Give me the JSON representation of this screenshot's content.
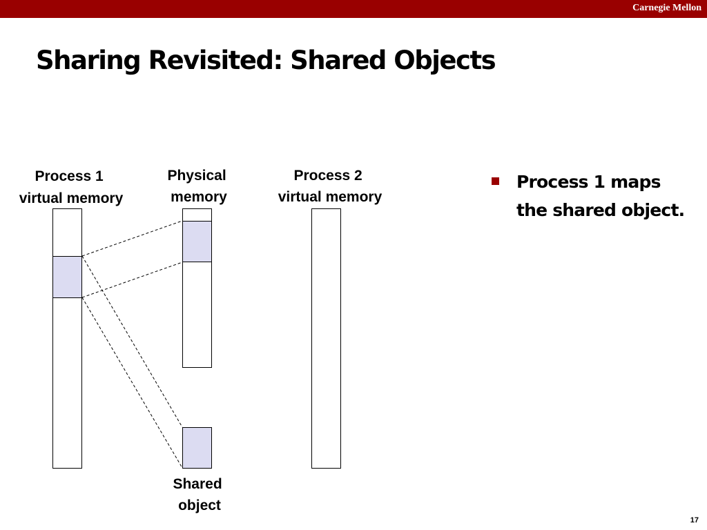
{
  "header": {
    "brand": "Carnegie Mellon"
  },
  "slide": {
    "title": "Sharing Revisited: Shared Objects",
    "page_number": "17"
  },
  "diagram": {
    "process1_label": [
      "Process 1",
      "virtual memory"
    ],
    "physical_label": [
      "Physical",
      "memory"
    ],
    "process2_label": [
      "Process 2",
      "virtual memory"
    ],
    "shared_object_label": [
      "Shared",
      "object"
    ]
  },
  "bullets": [
    "Process 1  maps the shared object."
  ],
  "colors": {
    "accent": "#990000",
    "shared_region": "#dcdcf2"
  }
}
